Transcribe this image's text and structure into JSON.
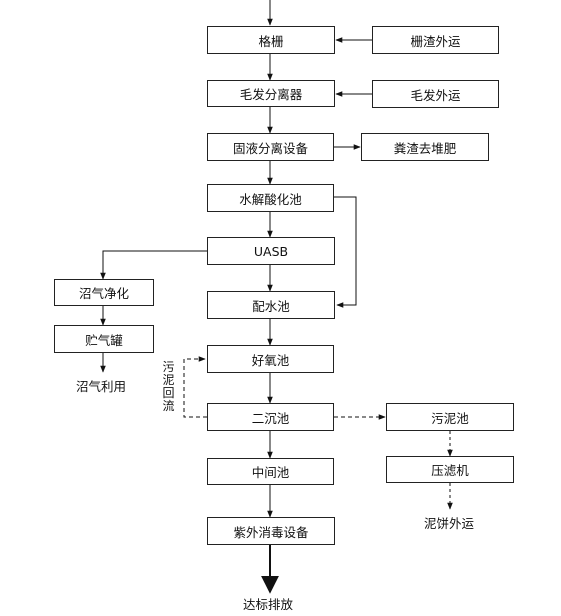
{
  "nodes": {
    "grid": "格栅",
    "grid_residue": "栅渣外运",
    "hair_separator": "毛发分离器",
    "hair_out": "毛发外运",
    "solid_liquid_sep": "固液分离设备",
    "manure_compost": "粪渣去堆肥",
    "hydrolysis": "水解酸化池",
    "uasb": "UASB",
    "biogas_purify": "沼气净化",
    "mixing_tank": "配水池",
    "gas_holder": "贮气罐",
    "aerobic": "好氧池",
    "secondary_clarifier": "二沉池",
    "sludge_tank": "污泥池",
    "intermediate": "中间池",
    "filter_press": "压滤机",
    "uv_disinfect": "紫外消毒设备"
  },
  "labels": {
    "biogas_use": "沼气利用",
    "sludge_cake_out": "泥饼外运",
    "discharge": "达标排放",
    "sludge_return": "污泥回流"
  }
}
